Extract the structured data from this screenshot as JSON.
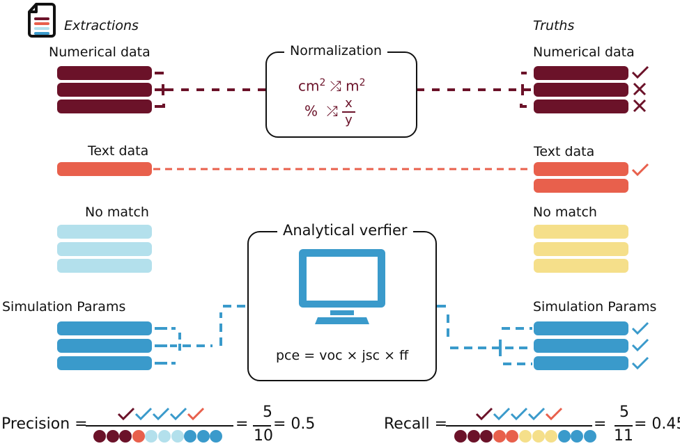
{
  "colors": {
    "numerical": "#6b1229",
    "text": "#e8604c",
    "no_match_extraction": "#b3e0ec",
    "no_match_truth": "#f5df8a",
    "simulation": "#3a9acb",
    "ink": "#111111"
  },
  "left": {
    "header": "Extractions",
    "header_icon": "document-icon",
    "groups": [
      {
        "label": "Numerical data",
        "kind": "numerical",
        "count": 3
      },
      {
        "label": "Text data",
        "kind": "text",
        "count": 1
      },
      {
        "label": "No match",
        "kind": "no_match_extraction",
        "count": 3
      },
      {
        "label": "Simulation Params",
        "kind": "simulation",
        "count": 3
      }
    ]
  },
  "right": {
    "header": "Truths",
    "groups": [
      {
        "label": "Numerical data",
        "kind": "numerical",
        "count": 3,
        "marks": [
          "check",
          "cross",
          "cross"
        ]
      },
      {
        "label": "Text data",
        "kind": "text",
        "count": 2,
        "marks": [
          "check",
          ""
        ]
      },
      {
        "label": "No match",
        "kind": "no_match_truth",
        "count": 3,
        "marks": [
          "",
          "",
          ""
        ]
      },
      {
        "label": "Simulation Params",
        "kind": "simulation",
        "count": 3,
        "marks": [
          "check",
          "check",
          "check"
        ]
      }
    ]
  },
  "normalization": {
    "title": "Normalization",
    "rows": [
      {
        "from": "cm",
        "from_sup": "2",
        "to": "m",
        "to_sup": "2"
      },
      {
        "from": "%",
        "to_num": "x",
        "to_den": "y"
      }
    ],
    "icon": "shuffle-icon"
  },
  "verifier": {
    "title": "Analytical verfier",
    "icon": "monitor-icon",
    "formula": "pce = voc × jsc × ff"
  },
  "precision": {
    "label": "Precision =",
    "checks": [
      "numerical",
      "simulation",
      "simulation",
      "simulation",
      "text"
    ],
    "dots": [
      "numerical",
      "numerical",
      "numerical",
      "text",
      "no_match_extraction",
      "no_match_extraction",
      "no_match_extraction",
      "simulation",
      "simulation",
      "simulation"
    ],
    "numerator": "5",
    "denominator": "10",
    "eq": "=",
    "result": "= 0.5"
  },
  "recall": {
    "label": "Recall =",
    "checks": [
      "numerical",
      "simulation",
      "simulation",
      "simulation",
      "text"
    ],
    "dots": [
      "numerical",
      "numerical",
      "numerical",
      "text",
      "text",
      "no_match_truth",
      "no_match_truth",
      "no_match_truth",
      "simulation",
      "simulation",
      "simulation"
    ],
    "numerator": "5",
    "denominator": "11",
    "eq": "=",
    "result": "= 0.45"
  }
}
